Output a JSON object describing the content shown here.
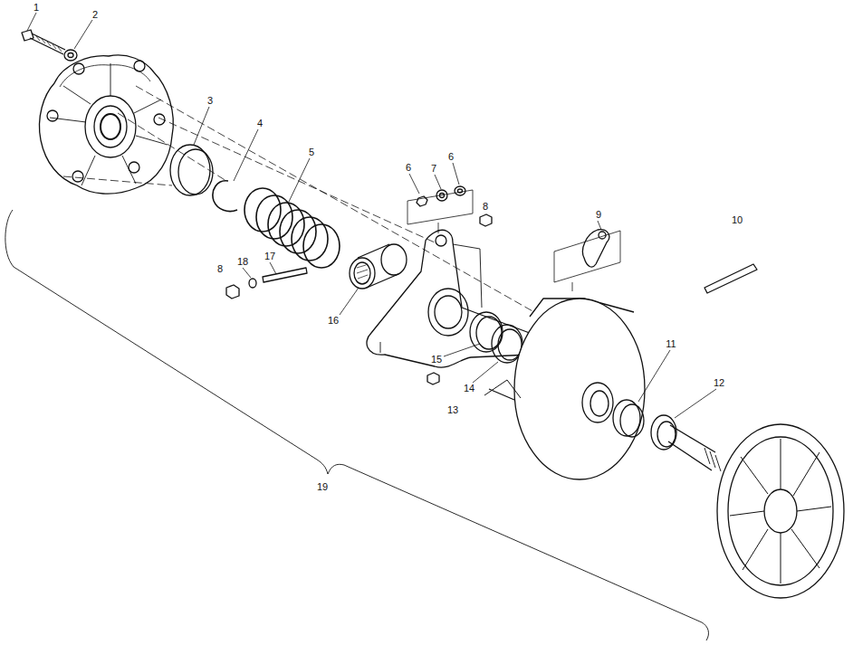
{
  "diagram": {
    "labels": [
      "1",
      "2",
      "3",
      "4",
      "5",
      "6",
      "7",
      "6",
      "8",
      "9",
      "10",
      "11",
      "12",
      "8",
      "18",
      "17",
      "16",
      "15",
      "14",
      "13",
      "19"
    ]
  }
}
